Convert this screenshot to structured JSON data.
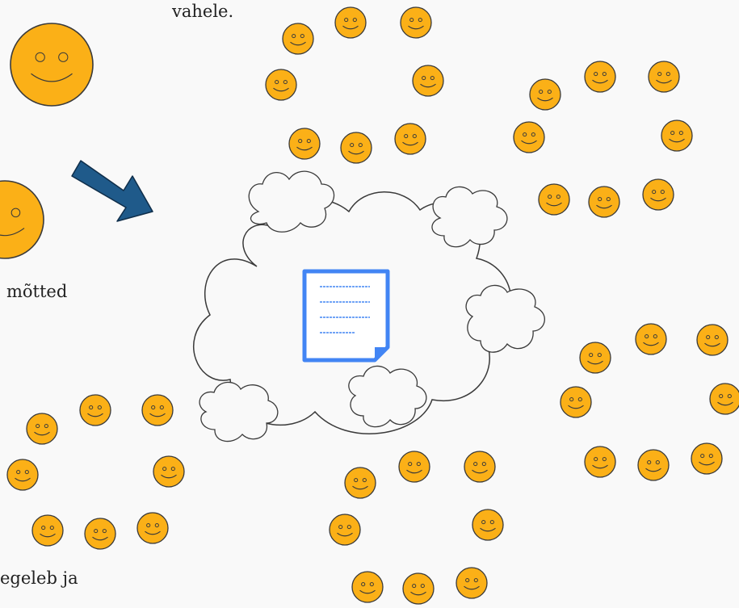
{
  "captions": {
    "top": "vahele.",
    "middle": "mõtted",
    "bottom": "egeleb ja"
  },
  "colors": {
    "smiley_fill": "#fbb017",
    "smiley_outline": "#3a3a3a",
    "arrow_fill": "#1f5a8a",
    "arrow_outline": "#0f2e4a",
    "cloud_fill": "#f9f9f9",
    "cloud_outline": "#3a3a3a",
    "document_border": "#4285f4",
    "document_lines": "#4285f4",
    "background": "#f9f9f9"
  },
  "icons": {
    "smiley": "smiley-face-icon",
    "arrow": "arrow-icon",
    "cloud": "cloud-icon",
    "document": "document-icon"
  }
}
